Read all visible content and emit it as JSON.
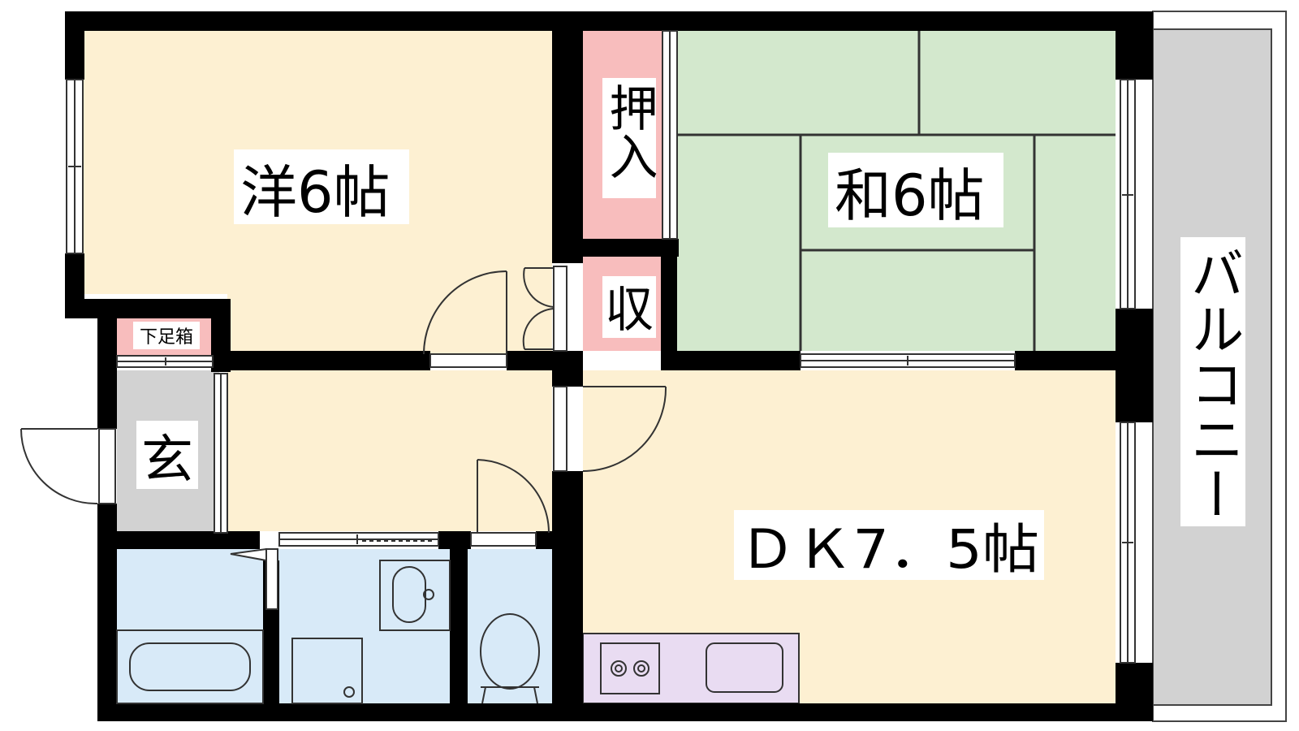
{
  "labels": {
    "western_room": "洋6帖",
    "japanese_room": "和6帖",
    "closet_oshiire": "押入",
    "storage": "収",
    "shoe_box": "下足箱",
    "entrance": "玄",
    "dining_kitchen": "ＤＫ7．5帖",
    "balcony": "バルコニー"
  },
  "colors": {
    "western_room_fill": "#fdf0d2",
    "japanese_room_fill": "#d3e8cd",
    "closet_fill": "#f8bdbd",
    "entrance_fill": "#d2d2d2",
    "wet_area_fill": "#d8eaf8",
    "kitchen_fill": "#e9dcf2",
    "balcony_fill": "#d2d2d2",
    "wall": "#000000"
  }
}
